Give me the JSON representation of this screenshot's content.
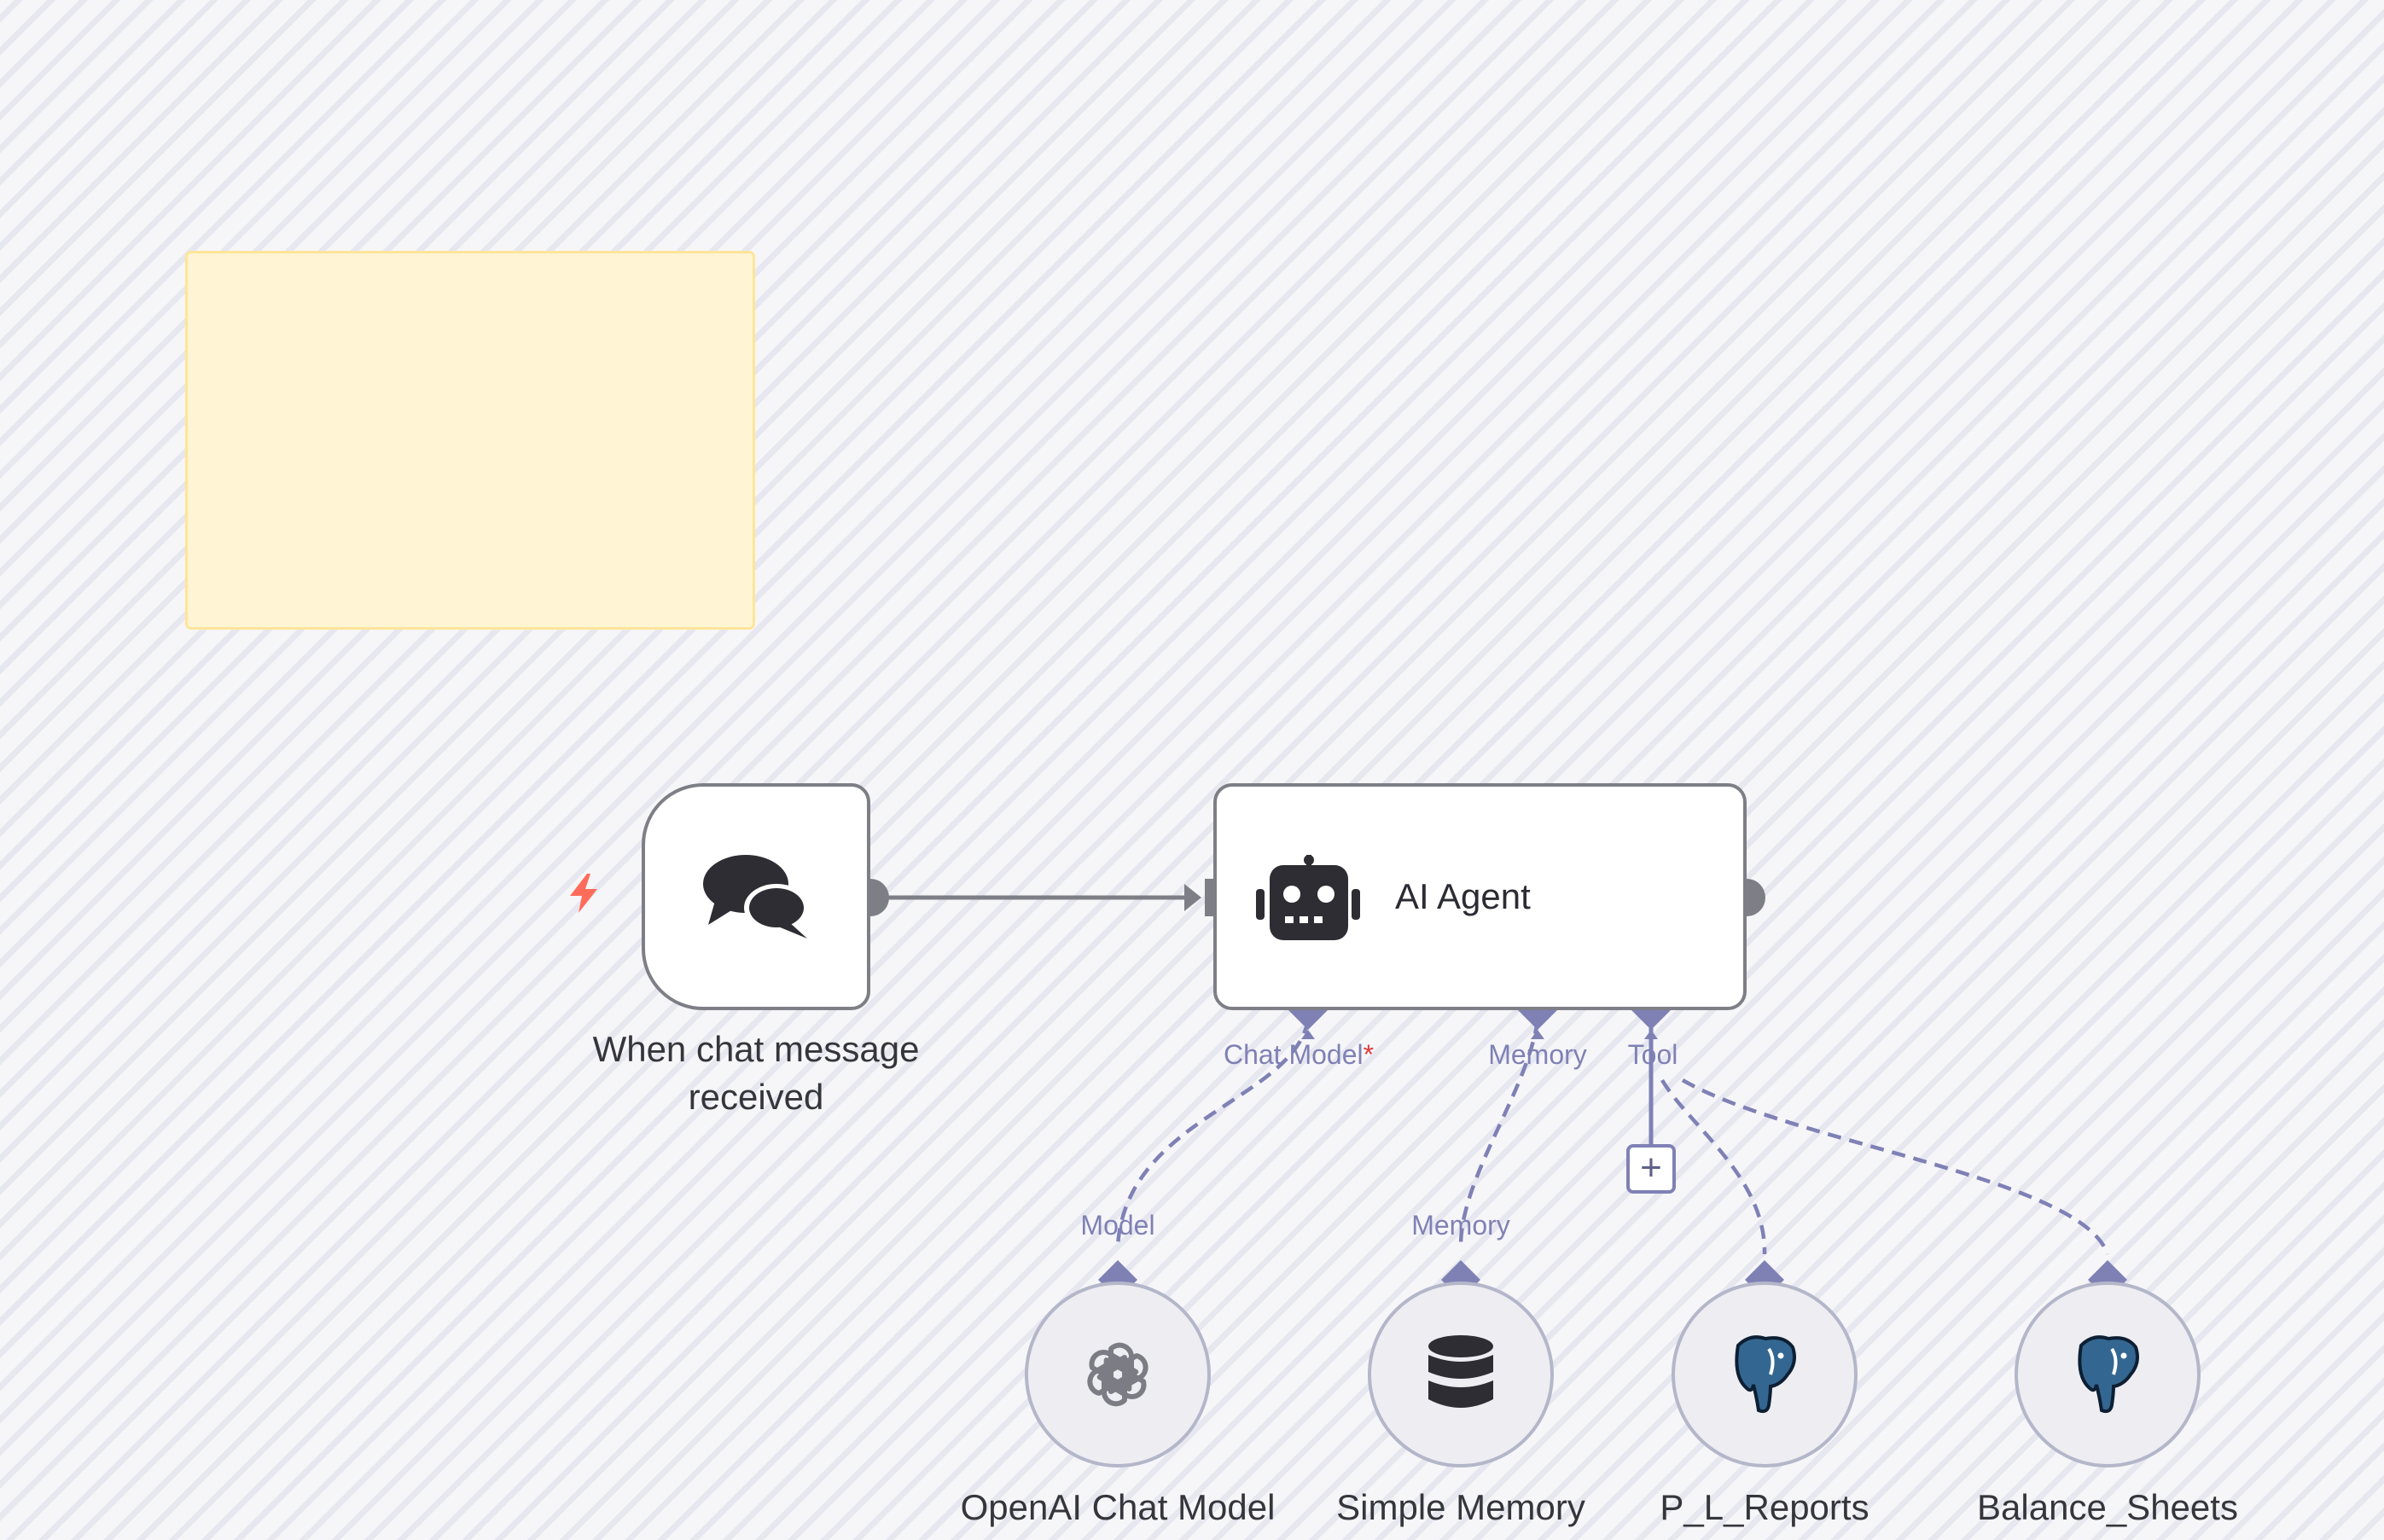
{
  "canvas": {
    "background_color": "#f6f6f9",
    "stripe_color": "#e6e7ef",
    "sticky_note": {
      "text": "",
      "color": "#fff4d3"
    }
  },
  "trigger_node": {
    "label_line1": "When chat message",
    "label_line2": "received",
    "icon": "chat-bubbles-icon",
    "trigger_icon": "bolt-icon"
  },
  "agent_node": {
    "title": "AI Agent",
    "icon": "robot-icon",
    "ports": {
      "chat_model": "Chat Model",
      "chat_model_required": "*",
      "memory": "Memory",
      "tool": "Tool"
    }
  },
  "sub_nodes": [
    {
      "label": "OpenAI Chat Model",
      "port_label": "Model",
      "icon": "openai-icon"
    },
    {
      "label": "Simple Memory",
      "port_label": "Memory",
      "icon": "database-icon"
    },
    {
      "label": "P_L_Reports",
      "port_label": "",
      "icon": "postgres-elephant-icon"
    },
    {
      "label": "Balance_Sheets",
      "port_label": "",
      "icon": "postgres-elephant-icon"
    }
  ],
  "add_tool_button": {
    "label": "+"
  },
  "colors": {
    "edge_main": "#7e7f86",
    "edge_sub": "#7f81b5",
    "port_diamond": "#7f81b5",
    "bolt": "#ff6d5a",
    "postgres_blue": "#336791"
  }
}
